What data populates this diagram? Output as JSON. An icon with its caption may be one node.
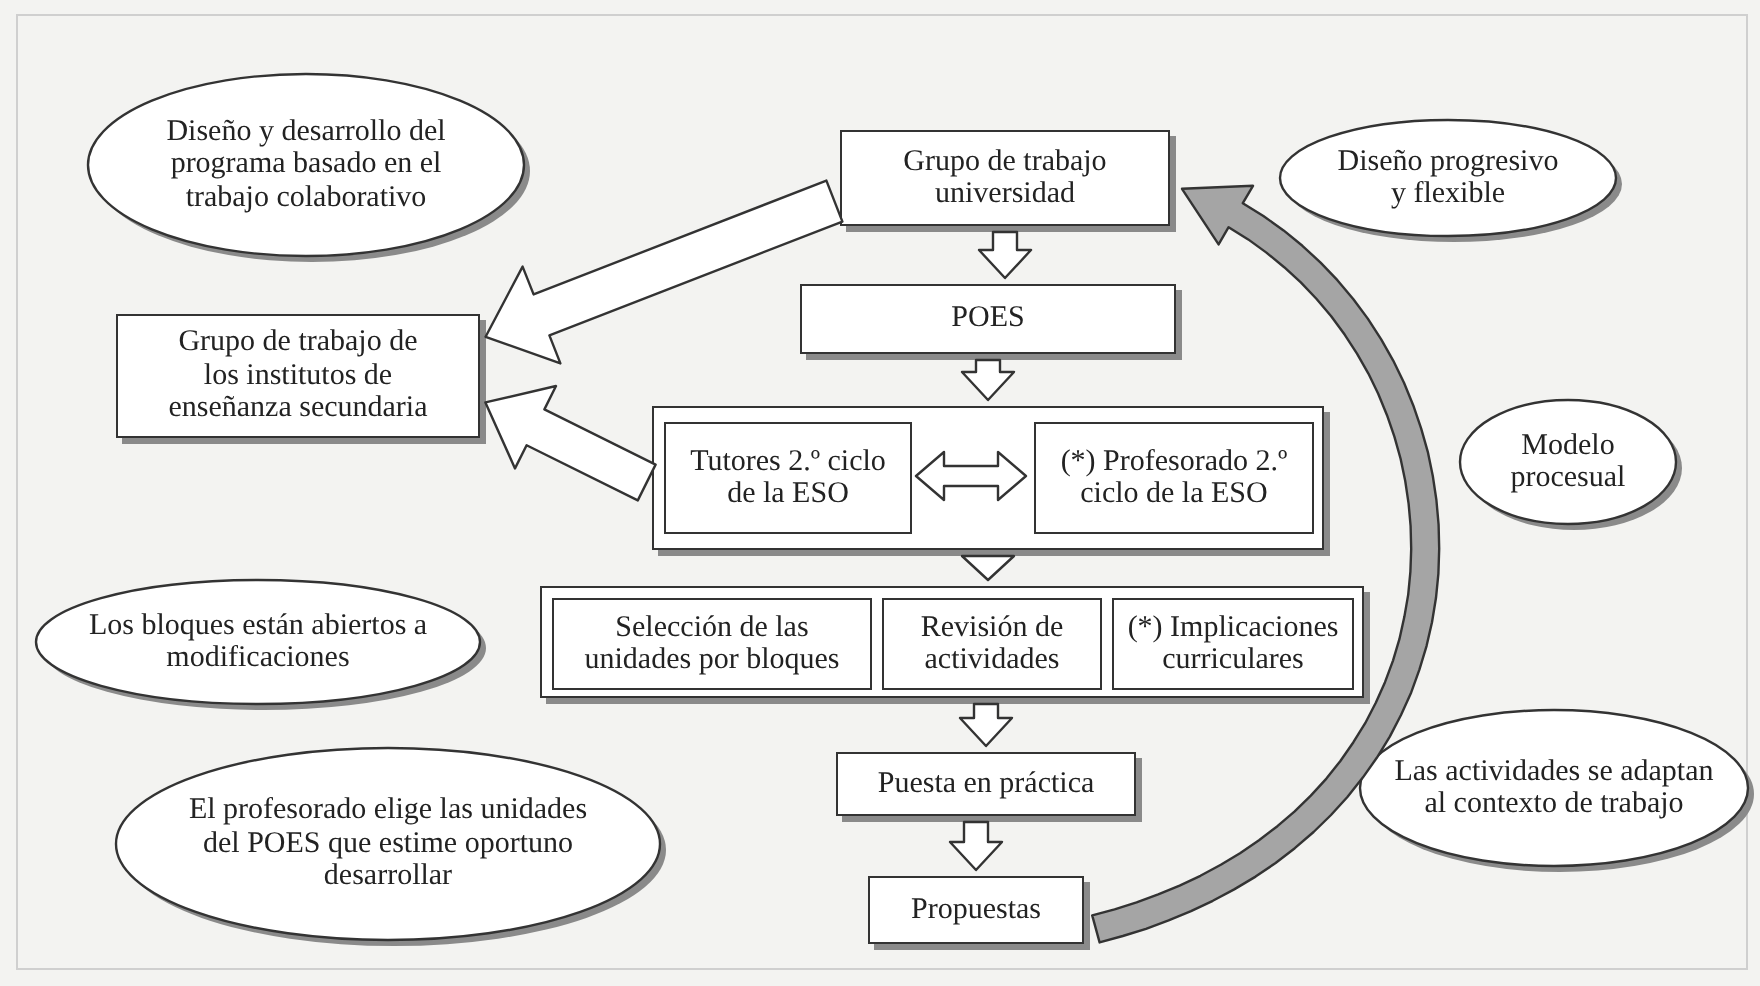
{
  "diagram": {
    "nodes": [
      {
        "text": [
          "Diseño y desarrollo del programa basado en el trabajo colaborativo"
        ]
      },
      {
        "text": [
          "Grupo de trabajo universidad"
        ]
      },
      {
        "text": [
          "Diseño progresivo y flexible"
        ]
      },
      {
        "text": [
          "Grupo de trabajo de los institutos de enseñanza secundaria"
        ]
      },
      {
        "text": [
          "POES"
        ]
      },
      {
        "text": [],
        "shape": "box"
      },
      {
        "text": [
          "Tutores 2.º ciclo de la ESO"
        ],
        "in": 5
      },
      {
        "text": [
          "(*) Profesorado 2.º ciclo de la ESO"
        ],
        "in": 5
      },
      {
        "text": [
          "Modelo procesual"
        ]
      },
      {
        "text": [],
        "shape": "box"
      },
      {
        "text": [
          "Selección de las unidades por bloques"
        ],
        "in": 9
      },
      {
        "text": [
          "Revisión de actividades"
        ],
        "in": 9
      },
      {
        "text": [
          "(*) Implicaciones curriculares"
        ],
        "in": 9
      },
      {
        "text": [
          "Los bloques están abiertos a modificaciones"
        ]
      },
      {
        "text": [
          "Puesta en práctica"
        ]
      },
      {
        "text": [
          "El profesorado elige las unidades del POES que estime oportuno desarrollar"
        ]
      },
      {
        "text": [
          "Las actividades se adaptan al contexto de trabajo"
        ]
      },
      {
        "text": [
          "Propuestas"
        ]
      }
    ],
    "edges": [
      {
        "from": 1,
        "to": 3,
        "arrow": "to"
      },
      {
        "from": 5,
        "to": 3,
        "arrow": "to"
      },
      {
        "from": 1,
        "to": 4,
        "arrow": "to"
      },
      {
        "from": 4,
        "to": 5,
        "arrow": "to"
      },
      {
        "from": 6,
        "to": 7,
        "arrow": "both"
      },
      {
        "from": 5,
        "to": 9,
        "arrow": "to"
      },
      {
        "from": 9,
        "to": 14,
        "arrow": "to"
      },
      {
        "from": 14,
        "to": 17,
        "arrow": "to"
      },
      {
        "from": 17,
        "to": 1,
        "arrow": "to",
        "style": "thick"
      }
    ]
  }
}
